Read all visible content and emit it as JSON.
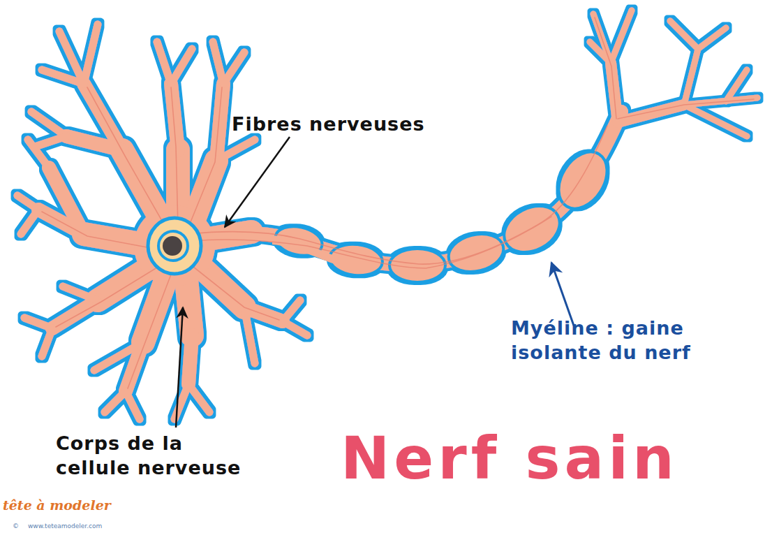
{
  "diagram": {
    "title": "Nerf sain",
    "labels": [
      "Fibres nerveuses",
      "Corps de la cellule nerveuse",
      "Myéline : gaine isolante du nerf",
      "tête à modeler",
      "©",
      "www.teteamodeler.com"
    ]
  }
}
